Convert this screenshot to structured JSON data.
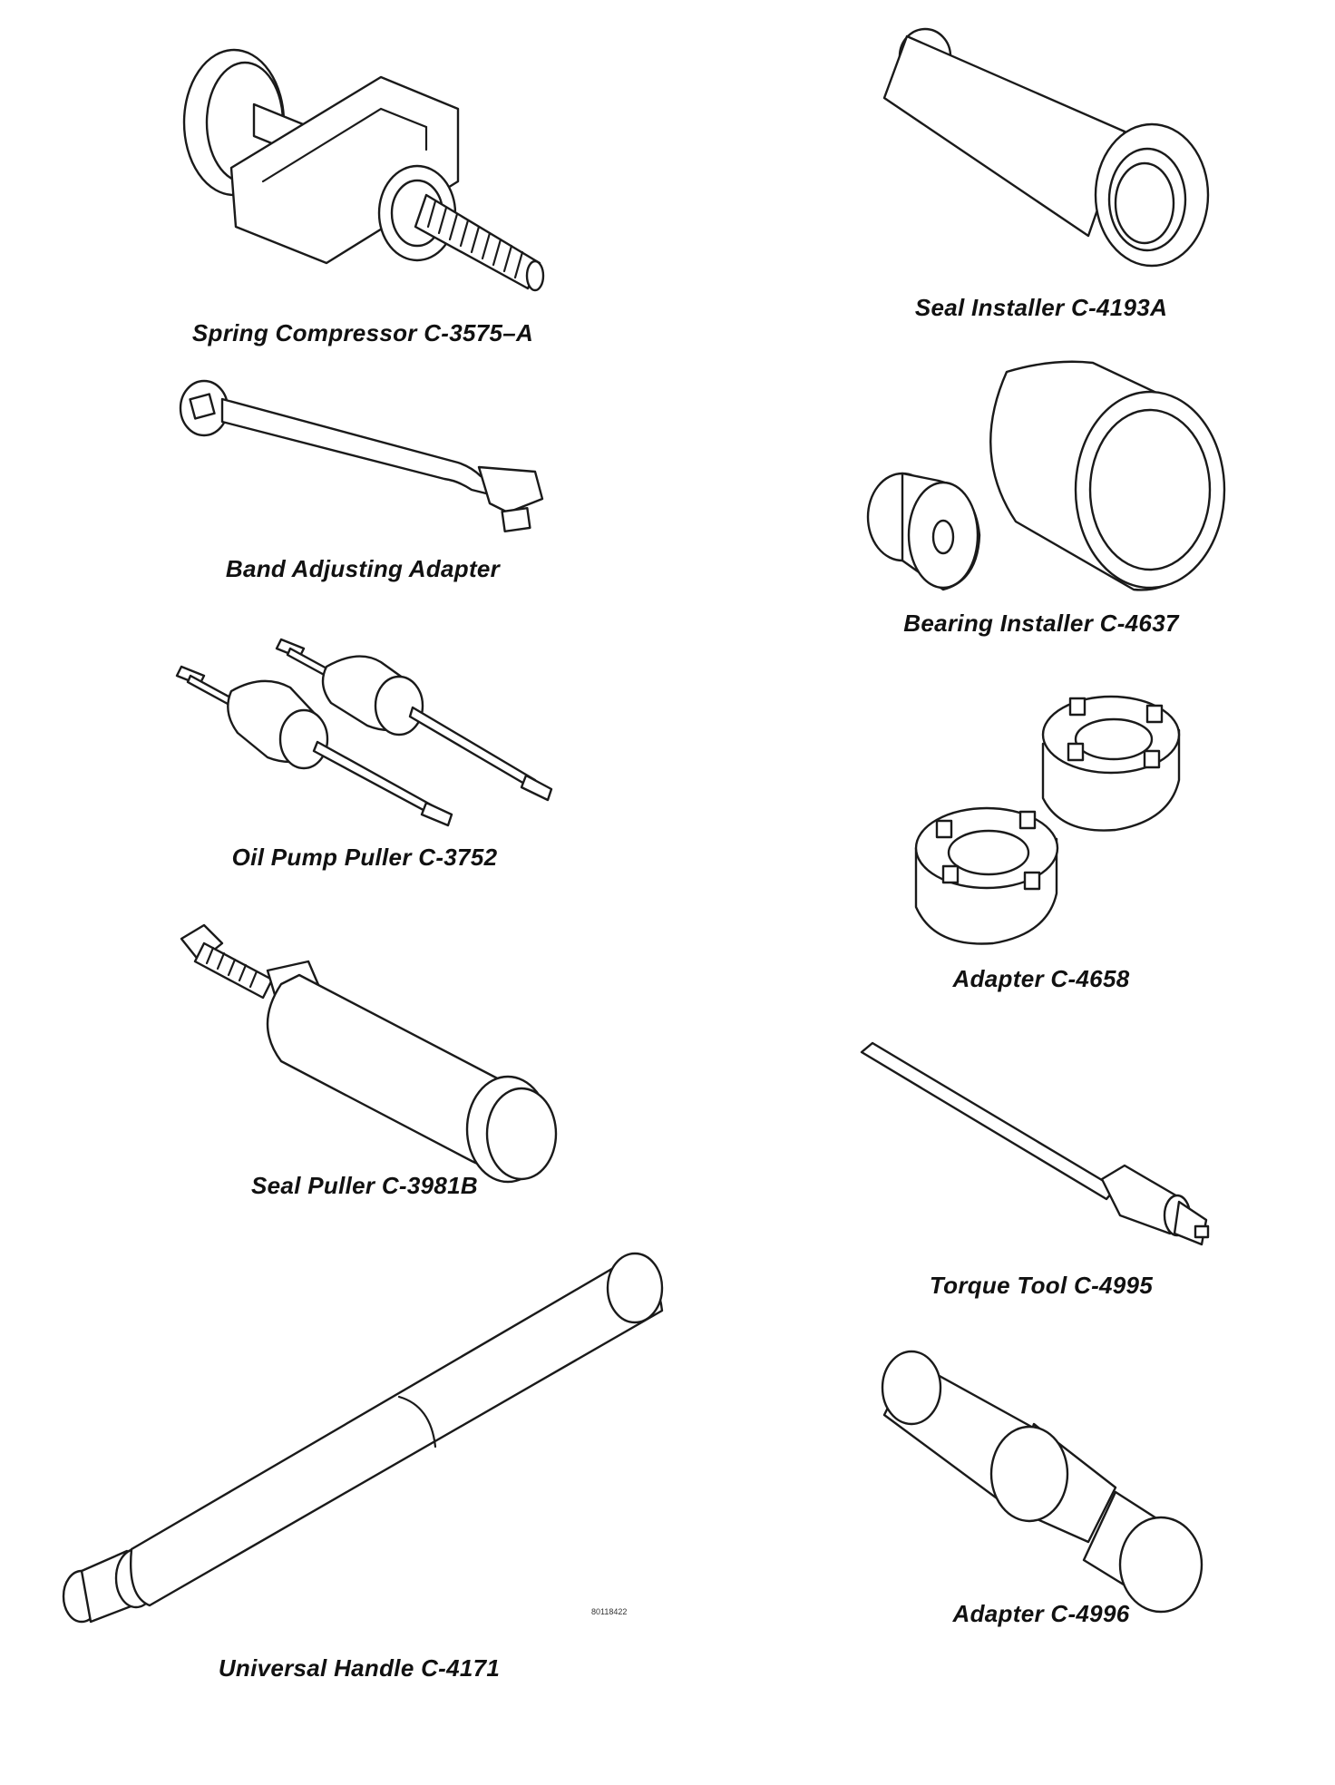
{
  "tools": [
    {
      "id": "spring-compressor",
      "label": "Spring Compressor C-3575–A"
    },
    {
      "id": "seal-installer",
      "label": "Seal Installer C-4193A"
    },
    {
      "id": "band-adjusting-adapter",
      "label": "Band Adjusting Adapter"
    },
    {
      "id": "bearing-installer",
      "label": "Bearing Installer C-4637"
    },
    {
      "id": "oil-pump-puller",
      "label": "Oil Pump Puller C-3752"
    },
    {
      "id": "adapter-c4658",
      "label": "Adapter C-4658"
    },
    {
      "id": "seal-puller",
      "label": "Seal Puller C-3981B"
    },
    {
      "id": "torque-tool",
      "label": "Torque Tool C-4995"
    },
    {
      "id": "universal-handle",
      "label": "Universal Handle C-4171"
    },
    {
      "id": "adapter-c4996",
      "label": "Adapter C-4996"
    }
  ],
  "figure_ref": "80118422"
}
